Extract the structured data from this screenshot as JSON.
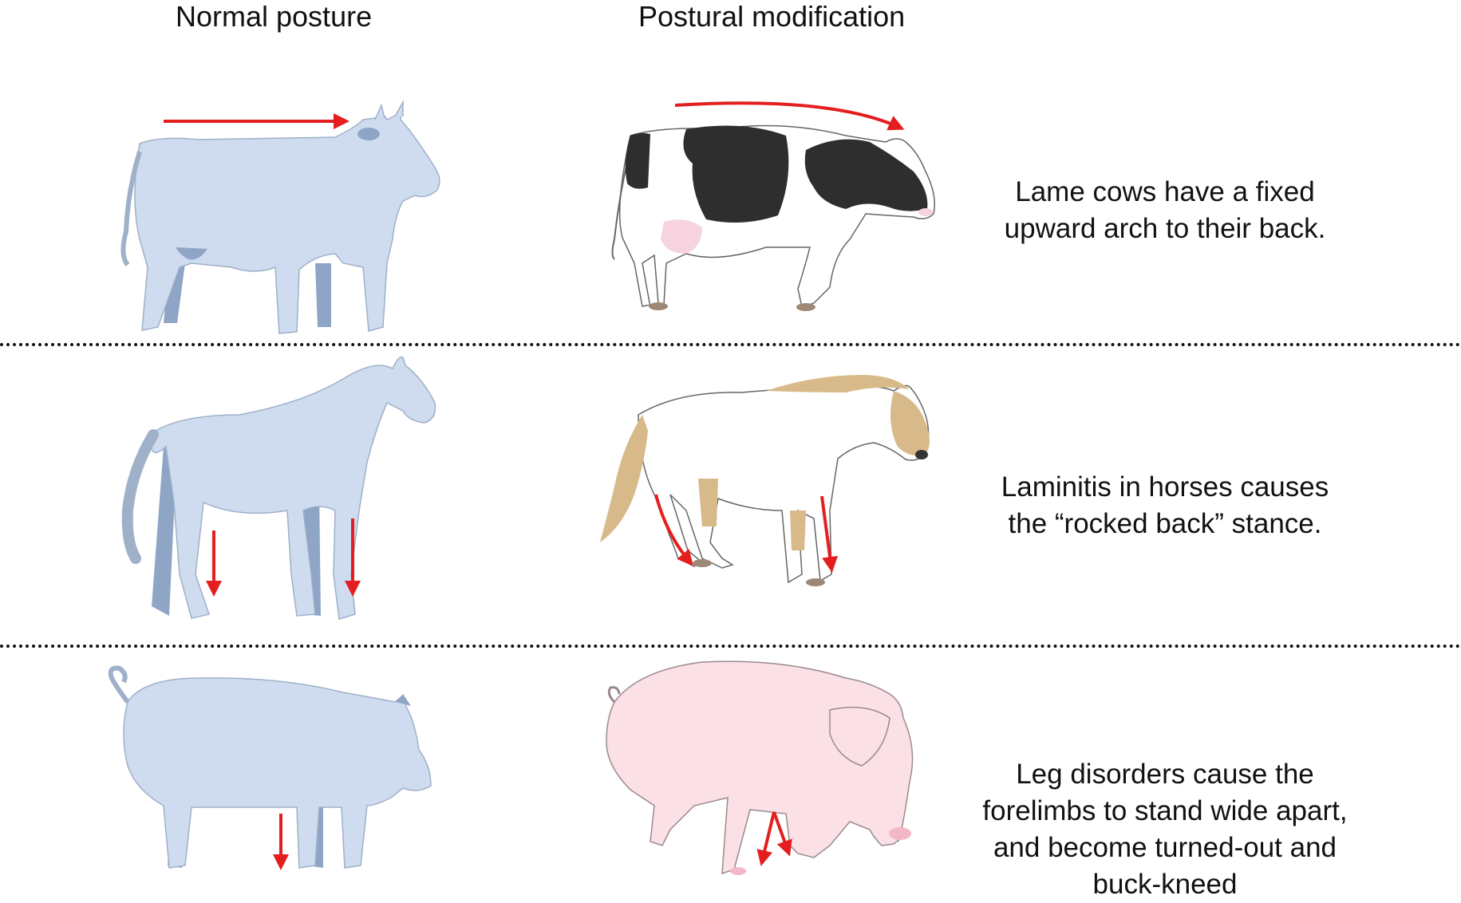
{
  "headers": {
    "normal": "Normal posture",
    "modified": "Postural modification"
  },
  "rows": [
    {
      "animal": "cow",
      "caption_lines": [
        "Lame cows have a fixed",
        "upward arch to their back."
      ]
    },
    {
      "animal": "horse",
      "caption_lines": [
        "Laminitis in horses causes",
        "the “rocked back” stance."
      ]
    },
    {
      "animal": "pig",
      "caption_lines": [
        "Leg disorders cause the",
        "forelimbs to stand wide apart,",
        "and become turned-out and",
        "buck-kneed"
      ]
    }
  ],
  "colors": {
    "silhouette_fill": "#cfdcef",
    "silhouette_shadow": "#8fa5c6",
    "arrow": "#e41e1e",
    "cow_patch": "#2e2e2e",
    "udder": "#f7d3df",
    "horse_mane": "#d8b98a",
    "pig_pink": "#fbe0e6",
    "hoof": "#9c8875"
  }
}
